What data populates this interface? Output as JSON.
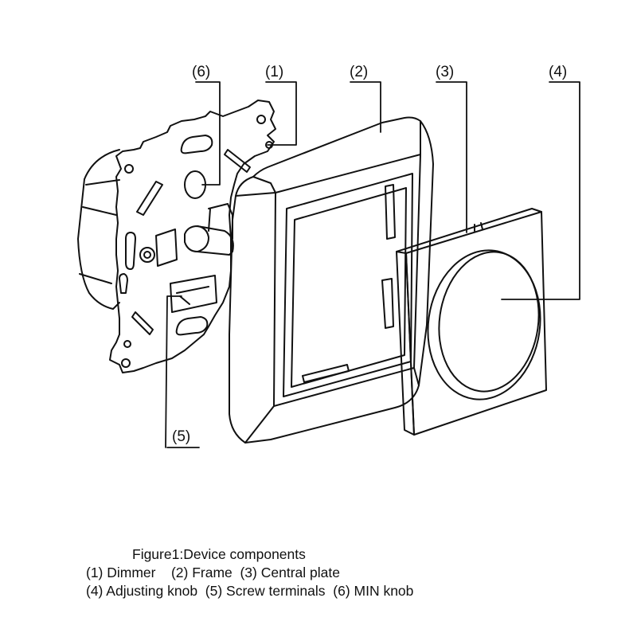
{
  "callouts": {
    "c1": "(1)",
    "c2": "(2)",
    "c3": "(3)",
    "c4": "(4)",
    "c5": "(5)",
    "c6": "(6)"
  },
  "caption": {
    "title": "Figure1:Device components",
    "line1": "(1) Dimmer    (2) Frame  (3) Central plate",
    "line2": "(4) Adjusting knob  (5) Screw terminals  (6) MIN knob"
  },
  "components": [
    {
      "number": "(1)",
      "name": "Dimmer"
    },
    {
      "number": "(2)",
      "name": "Frame"
    },
    {
      "number": "(3)",
      "name": "Central plate"
    },
    {
      "number": "(4)",
      "name": "Adjusting knob"
    },
    {
      "number": "(5)",
      "name": "Screw terminals"
    },
    {
      "number": "(6)",
      "name": "MIN knob"
    }
  ],
  "colors": {
    "line": "#111111",
    "background": "#ffffff"
  }
}
